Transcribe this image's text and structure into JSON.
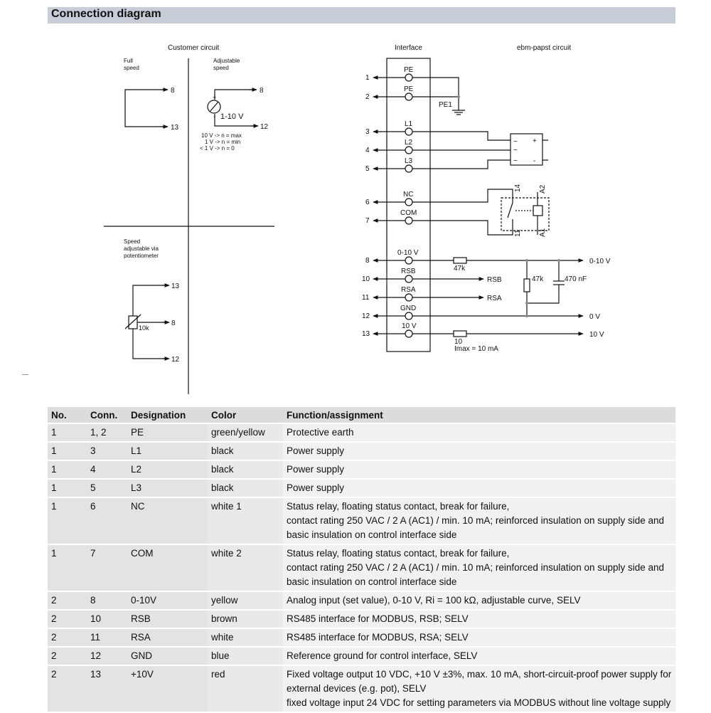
{
  "header": {
    "title": "Connection diagram"
  },
  "diagram": {
    "customer_circuit": "Customer circuit",
    "full_speed": [
      "Full",
      "speed"
    ],
    "adjustable_speed": [
      "Adjustable",
      "speed"
    ],
    "potentiometer_title": [
      "Speed",
      "adjustable via",
      "potentiometer"
    ],
    "range_label": "1-10 V",
    "notes": [
      "10 V -> n = max",
      "1 V -> n = min",
      "< 1 V -> n = 0"
    ],
    "pot_value": "10k",
    "pin_8": "8",
    "pin_12": "12",
    "pin_13": "13",
    "plus": "+",
    "minus": "-",
    "interface": "Interface",
    "ebm_circuit": "ebm-papst circuit",
    "interface_terminals": [
      {
        "num": "1",
        "label": "PE"
      },
      {
        "num": "2",
        "label": "PE"
      },
      {
        "num": "3",
        "label": "L1"
      },
      {
        "num": "4",
        "label": "L2"
      },
      {
        "num": "5",
        "label": "L3"
      },
      {
        "num": "6",
        "label": "NC"
      },
      {
        "num": "7",
        "label": "COM"
      },
      {
        "num": "8",
        "label": "0-10 V"
      },
      {
        "num": "10",
        "label": "RSB"
      },
      {
        "num": "11",
        "label": "RSA"
      },
      {
        "num": "12",
        "label": "GND"
      },
      {
        "num": "13",
        "label": "10 V"
      }
    ],
    "pe1": "PE1",
    "relay_14": "14",
    "relay_a2": "A2",
    "relay_11": "11",
    "relay_a1": "A1",
    "res_47k_series": "47k",
    "res_47k_shunt": "47k",
    "cap_470nf": "470 nF",
    "res_10": "10",
    "imax": "Imax = 10 mA",
    "out_010v": "0-10 V",
    "out_rsb": "RSB",
    "out_rsa": "RSA",
    "out_0v": "0 V",
    "out_10v": "10 V"
  },
  "table": {
    "headers": [
      "No.",
      "Conn.",
      "Designation",
      "Color",
      "Function/assignment"
    ],
    "rows": [
      {
        "no": "1",
        "conn": "1, 2",
        "designation": "PE",
        "color": "green/yellow",
        "function": [
          "Protective earth"
        ]
      },
      {
        "no": "1",
        "conn": "3",
        "designation": "L1",
        "color": "black",
        "function": [
          "Power supply"
        ]
      },
      {
        "no": "1",
        "conn": "4",
        "designation": "L2",
        "color": "black",
        "function": [
          "Power supply"
        ]
      },
      {
        "no": "1",
        "conn": "5",
        "designation": "L3",
        "color": "black",
        "function": [
          "Power supply"
        ]
      },
      {
        "no": "1",
        "conn": "6",
        "designation": "NC",
        "color": "white 1",
        "function": [
          "Status relay, floating status contact, break for failure,",
          "contact rating 250 VAC / 2 A (AC1) / min. 10 mA; reinforced insulation on supply side and",
          "basic insulation on control interface side"
        ]
      },
      {
        "no": "1",
        "conn": "7",
        "designation": "COM",
        "color": "white 2",
        "function": [
          "Status relay, floating status contact, break for failure,",
          "contact rating 250 VAC / 2 A (AC1) / min. 10 mA; reinforced insulation on supply side and",
          "basic insulation on control interface side"
        ]
      },
      {
        "no": "2",
        "conn": "8",
        "designation": "0-10V",
        "color": "yellow",
        "function": [
          "Analog input (set value), 0-10 V, Ri = 100 kΩ, adjustable curve, SELV"
        ]
      },
      {
        "no": "2",
        "conn": "10",
        "designation": "RSB",
        "color": "brown",
        "function": [
          "RS485 interface for MODBUS, RSB; SELV"
        ]
      },
      {
        "no": "2",
        "conn": "11",
        "designation": "RSA",
        "color": "white",
        "function": [
          "RS485 interface for MODBUS, RSA; SELV"
        ]
      },
      {
        "no": "2",
        "conn": "12",
        "designation": "GND",
        "color": "blue",
        "function": [
          "Reference ground for control interface, SELV"
        ]
      },
      {
        "no": "2",
        "conn": "13",
        "designation": "+10V",
        "color": "red",
        "function": [
          "Fixed voltage output 10 VDC, +10 V ±3%, max. 10 mA, short-circuit-proof power supply for",
          "external devices (e.g. pot), SELV",
          "fixed voltage input 24 VDC for setting parameters via MODBUS without line voltage supply"
        ]
      }
    ]
  }
}
